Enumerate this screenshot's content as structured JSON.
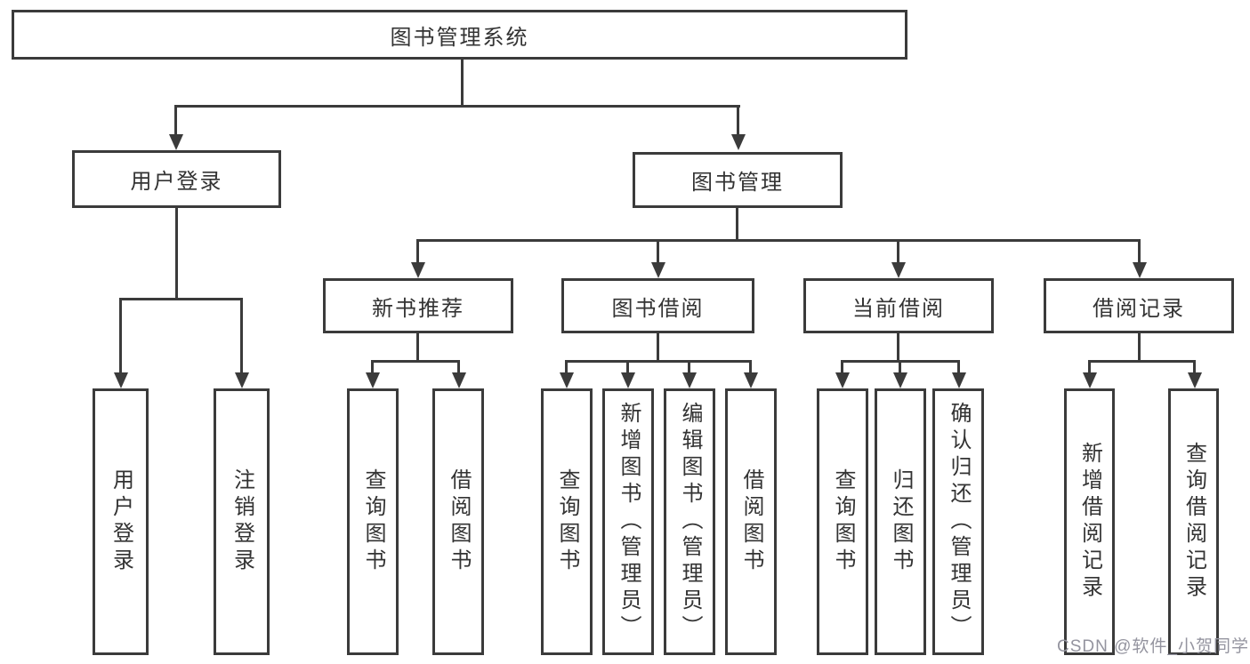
{
  "diagram": {
    "root": {
      "label": "图书管理系统"
    },
    "level2": {
      "user_login": {
        "label": "用户登录"
      },
      "book_management": {
        "label": "图书管理"
      }
    },
    "level3": {
      "new_book_recommend": {
        "label": "新书推荐"
      },
      "book_borrow": {
        "label": "图书借阅"
      },
      "current_borrow": {
        "label": "当前借阅"
      },
      "borrow_records": {
        "label": "借阅记录"
      }
    },
    "leaves": {
      "login": {
        "label": "用户登录"
      },
      "logout": {
        "label": "注销登录"
      },
      "nb_query": {
        "label": "查询图书"
      },
      "nb_borrow": {
        "label": "借阅图书"
      },
      "bb_query": {
        "label": "查询图书"
      },
      "bb_add": {
        "label": "新增图书（管理员）"
      },
      "bb_edit": {
        "label": "编辑图书（管理员）"
      },
      "bb_borrow": {
        "label": "借阅图书"
      },
      "cb_query": {
        "label": "查询图书"
      },
      "cb_return": {
        "label": "归还图书"
      },
      "cb_confirm": {
        "label": "确认归还（管理员）"
      },
      "br_add": {
        "label": "新增借阅记录"
      },
      "br_query": {
        "label": "查询借阅记录"
      }
    },
    "watermark": "CSDN @软件_小贺同学",
    "colors": {
      "line": "#3b3b3b",
      "text": "#333333",
      "watermark": "#94949f"
    }
  }
}
